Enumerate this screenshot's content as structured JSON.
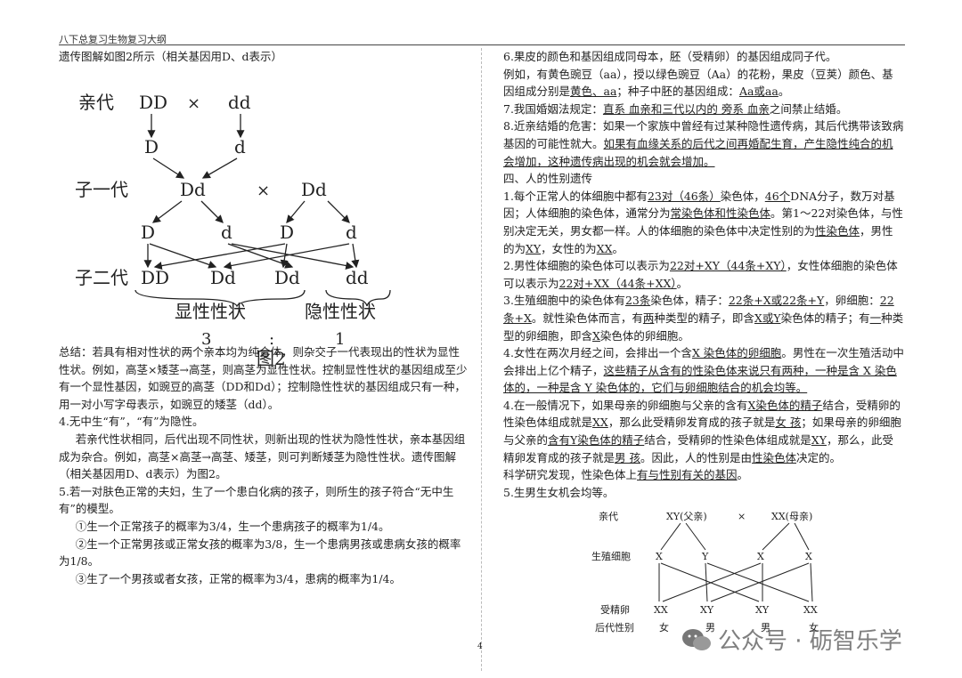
{
  "header": "八下总复习生物复习大纲",
  "page_number": "4",
  "watermark": "公众号 · 砺智乐学",
  "left": {
    "intro": "遗传图解如图2所示（相关基因用D、d表示）",
    "fig2": {
      "gen_p": "亲代",
      "gen_f1": "子一代",
      "gen_f2": "子二代",
      "p1": "DD",
      "p2": "dd",
      "cross": "×",
      "g1": "D",
      "g2": "d",
      "f1a": "Dd",
      "f1b": "Dd",
      "gam": [
        "D",
        "d",
        "D",
        "d"
      ],
      "f2": [
        "DD",
        "Dd",
        "Dd",
        "dd"
      ],
      "dominant": "显性性状",
      "recessive": "隐性性状",
      "ratio_a": "3",
      "colon": ":",
      "ratio_b": "1",
      "caption": "图2"
    },
    "p1": "总结：若具有相对性状的两个亲本均为纯合体，则杂交子一代表现出的性状为显性性状。例如，高茎×矮茎→高茎，则高茎为显性性状。控制显性性状的基因组成至少有一个显性基因，如豌豆的高茎（DD和Dd）；控制隐性性状的基因组成只有一种，用一对小写字母表示，如豌豆的矮茎（dd）。",
    "p2": "4.无中生“有”，“有”为隐性。",
    "p3": "若亲代性状相同，后代出现不同性状，则新出现的性状为隐性性状，亲本基因组成为杂合。例如，高茎×高茎→高茎、矮茎，则可判断矮茎为隐性性状。遗传图解（相关基因用D、d表示）为图2。",
    "p4": "5.若一对肤色正常的夫妇，生了一个患白化病的孩子，则所生的孩子符合“无中生有”的模型。",
    "p5": "①生一个正常孩子的概率为3/4，生一个患病孩子的概率为1/4。",
    "p6": "②生一个正常男孩或正常女孩的概率为3/8，生一个患病男孩或患病女孩的概率为1/8。",
    "p7": "③生了一个男孩或者女孩，正常的概率为3/4，患病的概率为1/4。"
  },
  "right": {
    "r1": "6.果皮的颜色和基因组成同母本，胚（受精卵）的基因组成同子代。",
    "r2a": "例如，有黄色豌豆（aa），授以绿色豌豆（Aa）的花粉，果皮（豆荚）颜色、基因组成分别是",
    "r2b": "黄色、aa",
    "r2c": "；种子中胚的基因组成：",
    "r2d": "Aa或aa",
    "r2e": "。",
    "r3a": "7.我国婚姻法规定：",
    "r3b": "直系 血亲和三代以内的 旁系 血亲",
    "r3c": "之间禁止结婚。",
    "r4a": "8.近亲结婚的危害：如果一个家族中曾经有过某种隐性遗传病，其后代携带该致病基因的可能性就大。",
    "r4b": "如果有血缘关系的后代之间再婚配生育，产生隐性纯合的机会增加，这种遗传病出现的机会就会增加。",
    "r5": "四、人的性别遗传",
    "r6a": "1.每个正常人的体细胞中都有",
    "r6b": "23对（46条）",
    "r6c": "染色体，",
    "r6d": "46个",
    "r6e": "DNA分子，数万对基因；人体细胞的染色体，通常分为",
    "r6f": "常染色体和性染色体",
    "r6g": "。第1～22对染色体，与性别决定无关，男女都一样。人的体细胞的染色体中决定性别的为",
    "r6h": "性染色体",
    "r6i": "，男性的为",
    "r6j": "XY",
    "r6k": "，女性的为",
    "r6l": "XX",
    "r6m": "。",
    "r7a": "2.男性体细胞的染色体可以表示为",
    "r7b": "22对+XY（44条+XY）",
    "r7c": "，女性体细胞的染色体可以表示为",
    "r7d": "22对+XX（44条+XX）",
    "r7e": "。",
    "r8a": "3.生殖细胞中的染色体有",
    "r8b": "23条",
    "r8c": "染色体，精子：",
    "r8d": "22条+X或22条+Y",
    "r8e": "，卵细胞：",
    "r8f": "22条+X",
    "r8g": "。就性染色体而言，有",
    "r8h": "两",
    "r8i": "种类型的精子，即含",
    "r8j": "X或Y",
    "r8k": "染色体的精子；有",
    "r8l": "一",
    "r8m": "种类型的卵细胞，即含",
    "r8n": "X",
    "r8o": "染色体的卵细胞。",
    "r9a": "4.女性在两次月经之间，会排出一个含",
    "r9b": "X 染色体的卵细胞",
    "r9c": "。男性在一次生殖活动中会排出上亿个精子，",
    "r9d": "这些精子从含有的性染色体来说只有两种，一种是含 X 染色体的，一种是含 Y 染色体的，它们与卵细胞结合的机会均等。",
    "r10a": "4.在一般情况下，如果母亲的卵细胞与父亲的含有",
    "r10b": "X染色体的精子",
    "r10c": "结合，受精卵的性染色体组成就是",
    "r10d": "XX",
    "r10e": "，那么此受精卵发育成的孩子就是",
    "r10f": "女 孩",
    "r10g": "；如果母亲的卵细胞与父亲的",
    "r10h": "含有Y染色体的精子",
    "r10i": "结合，受精卵的性染色体组成就是",
    "r10j": "XY",
    "r10k": "，那么，此受精卵发育成的孩子就是",
    "r10l": "男 孩",
    "r10m": "。因此，人的性别是由",
    "r10n": "性染色体",
    "r10o": "决定的。",
    "r11a": "科学研究发现，性染色体上",
    "r11b": "有与性别有关的基因",
    "r11c": "。",
    "r12": "5.生男生女机会均等。",
    "fig": {
      "lab_p": "亲代",
      "lab_g": "生殖细胞",
      "lab_z": "受精卵",
      "lab_s": "后代性别",
      "father": "XY(父亲)",
      "mother": "XX(母亲)",
      "cross": "×",
      "gam": [
        "X",
        "Y",
        "X",
        "X"
      ],
      "zyg": [
        "XX",
        "XY",
        "XY",
        "XX"
      ],
      "sex": [
        "女",
        "男",
        "男",
        "女"
      ]
    }
  }
}
